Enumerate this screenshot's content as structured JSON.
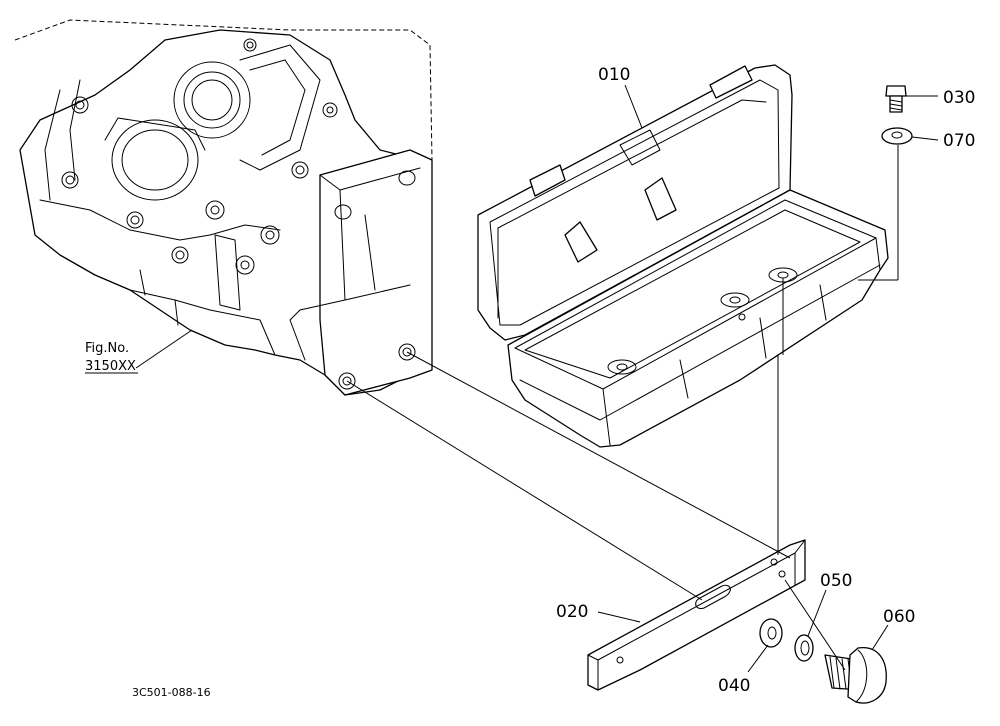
{
  "callouts": {
    "p010": "010",
    "p020": "020",
    "p030": "030",
    "p040": "040",
    "p050": "050",
    "p060": "060",
    "p070": "070"
  },
  "reference": {
    "line1": "Fig.No.",
    "line2": "3150XX"
  },
  "drawing_code": "3C501-088-16"
}
